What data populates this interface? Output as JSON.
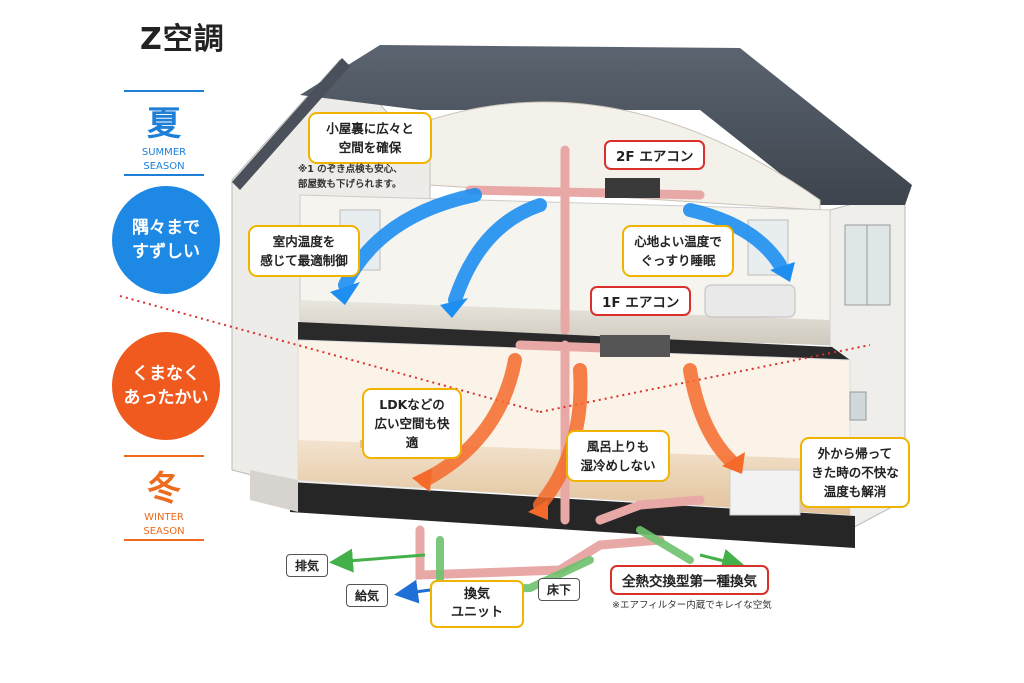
{
  "title": "Z空調",
  "summer": {
    "kanji": "夏",
    "en1": "SUMMER",
    "en2": "SEASON",
    "color": "#1e7fd8"
  },
  "winter": {
    "kanji": "冬",
    "en1": "WINTER",
    "en2": "SEASON",
    "color": "#ee6a1c"
  },
  "summer_badge": {
    "line1": "隅々まで",
    "line2": "すずしい",
    "color": "#1e88e5"
  },
  "winter_badge": {
    "line1": "くまなく",
    "line2": "あったかい",
    "color": "#f05a1e"
  },
  "callouts": {
    "attic": {
      "line1": "小屋裏に広々と",
      "line2": "空間を確保"
    },
    "attic_note": {
      "line1": "※1 のぞき点検も安心、",
      "line2": "部屋数も下げられます。"
    },
    "indoor_temp": {
      "line1": "室内温度を",
      "line2": "感じて最適制御"
    },
    "comfort_sleep": {
      "line1": "心地よい温度で",
      "line2": "ぐっすり睡眠"
    },
    "ldk": {
      "line1": "LDKなどの",
      "line2": "広い空間も快適"
    },
    "bath": {
      "line1": "風呂上りも",
      "line2": "湿冷めしない"
    },
    "outside": {
      "line1": "外から帰って",
      "line2": "きた時の不快な",
      "line3": "温度も解消"
    }
  },
  "units": {
    "ac_2f": "2F エアコン",
    "ac_1f": "1F エアコン",
    "ventilation": "全熱交換型第一種換気"
  },
  "ventilation_note": "※エアフィルター内蔵でキレイな空気",
  "labels": {
    "exhaust": "排気",
    "supply": "給気",
    "vent_unit1": "換気",
    "vent_unit2": "ユニット",
    "underfloor": "床下"
  }
}
